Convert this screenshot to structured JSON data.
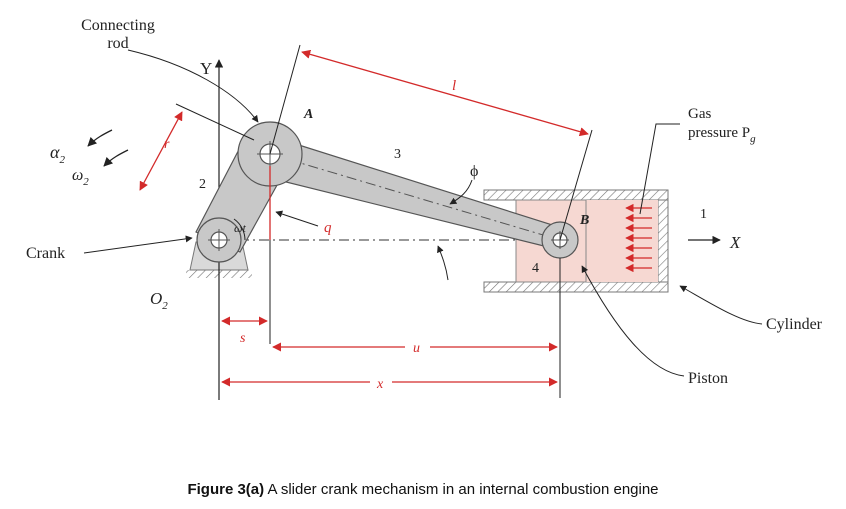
{
  "labels": {
    "connecting_rod_1": "Connecting",
    "connecting_rod_2": "rod",
    "y_axis": "Y",
    "x_axis": "X",
    "point_a": "A",
    "point_b": "B",
    "link_2": "2",
    "link_3": "3",
    "link_4": "4",
    "link_1": "1",
    "alpha": "α",
    "alpha_sub": "2",
    "omega": "ω",
    "omega_sub": "2",
    "crank": "Crank",
    "o2": "O",
    "o2_sub": "2",
    "gas_1": "Gas",
    "gas_2": "pressure P",
    "gas_sub": "g",
    "cylinder": "Cylinder",
    "piston": "Piston",
    "omega_t": "ωt",
    "dim_l": "l",
    "dim_r": "r",
    "dim_q": "q",
    "dim_phi": "ϕ",
    "dim_s": "s",
    "dim_u": "u",
    "dim_x": "x"
  },
  "caption": {
    "bold": "Figure 3(a)",
    "text": " A slider crank mechanism in an internal combustion engine"
  },
  "colors": {
    "link": "#c8c8c8",
    "dimension": "#d32a2a",
    "gas_chamber": "#f6d8d2",
    "line": "#222222"
  }
}
